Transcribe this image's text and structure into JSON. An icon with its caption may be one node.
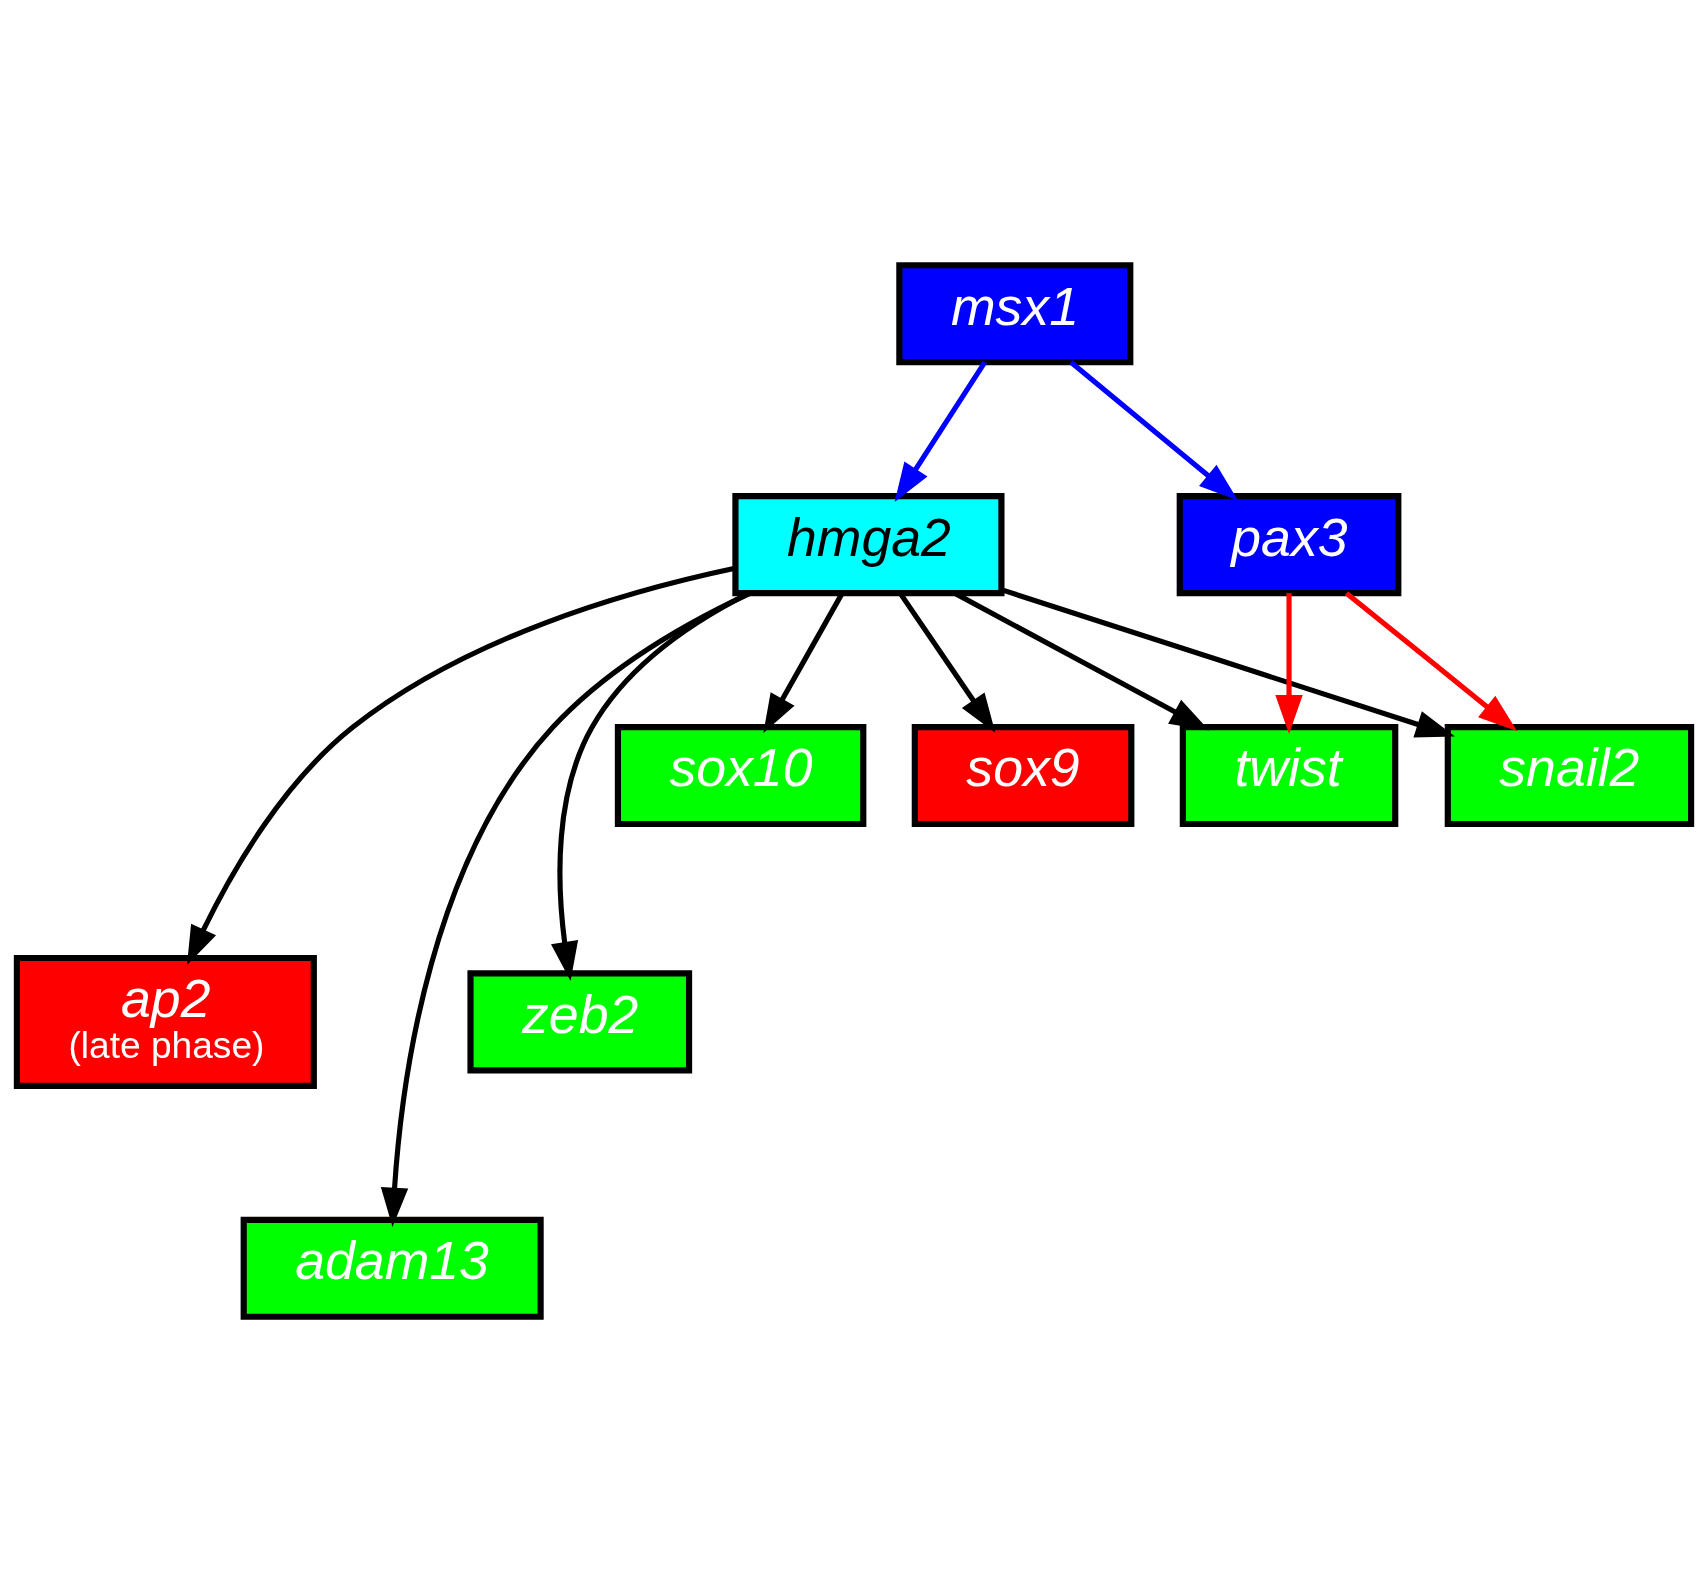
{
  "diagram": {
    "nodes": [
      {
        "text": [
          "msx1"
        ]
      },
      {
        "text": [
          "hmga2"
        ]
      },
      {
        "text": [
          "pax3"
        ]
      },
      {
        "text": [
          "sox9"
        ]
      },
      {
        "text": [
          "ap2",
          "(late phase)"
        ]
      },
      {
        "text": [
          "adam13"
        ]
      },
      {
        "text": [
          "zeb2"
        ]
      },
      {
        "text": [
          "sox10"
        ]
      },
      {
        "text": [
          "snail2"
        ]
      },
      {
        "text": [
          "twist"
        ]
      }
    ],
    "edges": [
      {
        "from": 0,
        "to": 1,
        "arrow": "to",
        "color": "#0000ff"
      },
      {
        "from": 0,
        "to": 2,
        "arrow": "to",
        "color": "#0000ff"
      },
      {
        "from": 1,
        "to": 3,
        "arrow": "to"
      },
      {
        "from": 1,
        "to": 4,
        "arrow": "to"
      },
      {
        "from": 1,
        "to": 5,
        "arrow": "to"
      },
      {
        "from": 1,
        "to": 6,
        "arrow": "to"
      },
      {
        "from": 1,
        "to": 7,
        "arrow": "to"
      },
      {
        "from": 1,
        "to": 8,
        "arrow": "to"
      },
      {
        "from": 1,
        "to": 9,
        "arrow": "to"
      },
      {
        "from": 2,
        "to": 8,
        "arrow": "to",
        "color": "#ff0000"
      },
      {
        "from": 2,
        "to": 9,
        "arrow": "to",
        "color": "#ff0000"
      }
    ]
  }
}
